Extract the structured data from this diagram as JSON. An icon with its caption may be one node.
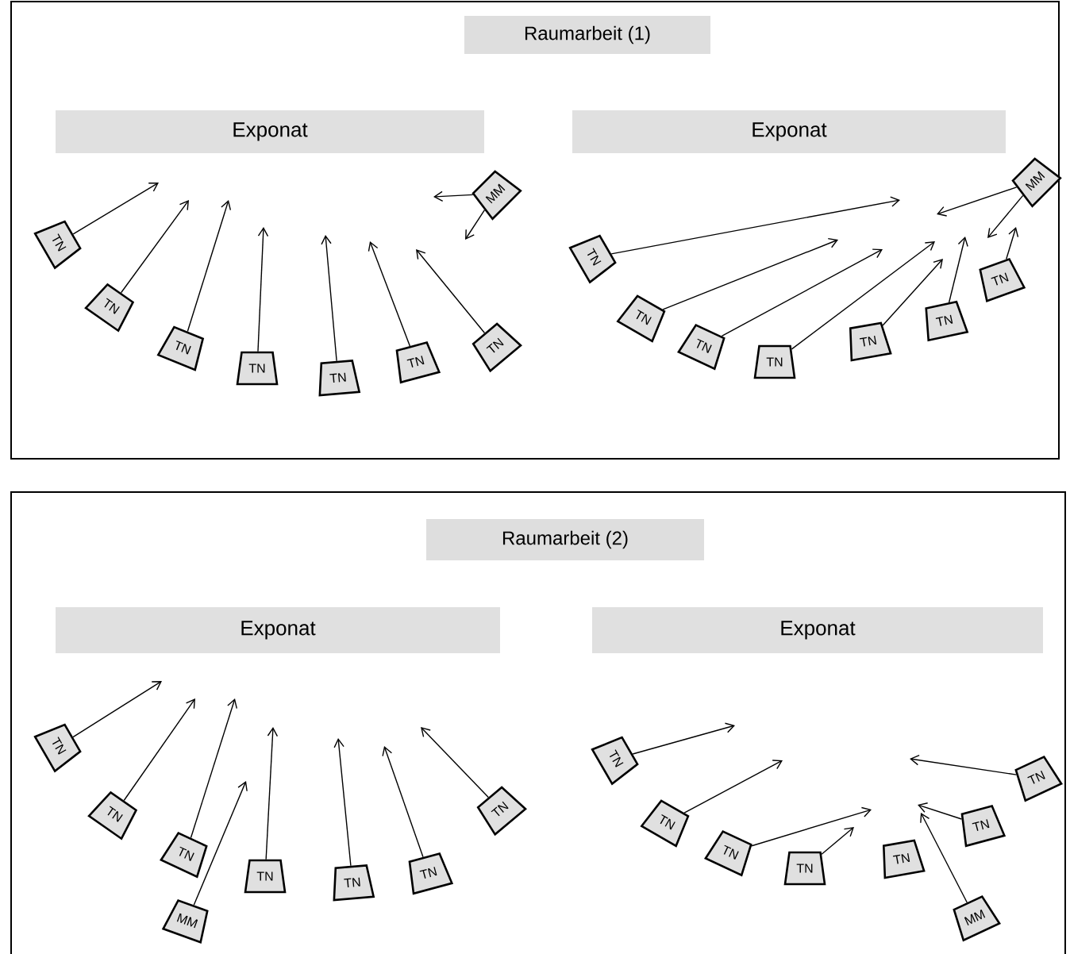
{
  "diagram": {
    "nodes": [
      {
        "text": [],
        "shape": "box"
      },
      {
        "text": [
          "Raumarbeit (1)"
        ],
        "in": 0
      },
      {
        "text": [
          "Exponat"
        ],
        "in": 0
      },
      {
        "text": [
          "Exponat"
        ],
        "in": 0
      },
      {
        "text": [
          "TN"
        ],
        "in": 0
      },
      {
        "text": [
          "TN"
        ],
        "in": 0
      },
      {
        "text": [
          "TN"
        ],
        "in": 0
      },
      {
        "text": [
          "TN"
        ],
        "in": 0
      },
      {
        "text": [
          "TN"
        ],
        "in": 0
      },
      {
        "text": [
          "TN"
        ],
        "in": 0
      },
      {
        "text": [
          "TN"
        ],
        "in": 0
      },
      {
        "text": [
          "MM"
        ],
        "in": 0
      },
      {
        "text": [
          "TN"
        ],
        "in": 0
      },
      {
        "text": [
          "TN"
        ],
        "in": 0
      },
      {
        "text": [
          "TN"
        ],
        "in": 0
      },
      {
        "text": [
          "TN"
        ],
        "in": 0
      },
      {
        "text": [
          "TN"
        ],
        "in": 0
      },
      {
        "text": [
          "TN"
        ],
        "in": 0
      },
      {
        "text": [
          "TN"
        ],
        "in": 0
      },
      {
        "text": [
          "MM"
        ],
        "in": 0
      },
      {
        "text": [],
        "shape": "box"
      },
      {
        "text": [
          "Raumarbeit (2)"
        ],
        "in": 20
      },
      {
        "text": [
          "Exponat"
        ],
        "in": 20
      },
      {
        "text": [
          "Exponat"
        ],
        "in": 20
      },
      {
        "text": [
          "TN"
        ],
        "in": 20
      },
      {
        "text": [
          "TN"
        ],
        "in": 20
      },
      {
        "text": [
          "TN"
        ],
        "in": 20
      },
      {
        "text": [
          "MM"
        ],
        "in": 20
      },
      {
        "text": [
          "TN"
        ],
        "in": 20
      },
      {
        "text": [
          "TN"
        ],
        "in": 20
      },
      {
        "text": [
          "TN"
        ],
        "in": 20
      },
      {
        "text": [
          "TN"
        ],
        "in": 20
      },
      {
        "text": [
          "TN"
        ],
        "in": 20
      },
      {
        "text": [
          "TN"
        ],
        "in": 20
      },
      {
        "text": [
          "TN"
        ],
        "in": 20
      },
      {
        "text": [
          "TN"
        ],
        "in": 20
      },
      {
        "text": [
          "TN"
        ],
        "in": 20
      },
      {
        "text": [
          "MM"
        ],
        "in": 20
      },
      {
        "text": [
          "TN"
        ],
        "in": 20
      },
      {
        "text": [
          "TN"
        ],
        "in": 20
      }
    ],
    "edges": [
      {
        "from": 4,
        "to": null,
        "arrow": "to"
      },
      {
        "from": 5,
        "to": null,
        "arrow": "to"
      },
      {
        "from": 6,
        "to": null,
        "arrow": "to"
      },
      {
        "from": 7,
        "to": null,
        "arrow": "to"
      },
      {
        "from": 8,
        "to": null,
        "arrow": "to"
      },
      {
        "from": 9,
        "to": null,
        "arrow": "to"
      },
      {
        "from": 10,
        "to": null,
        "arrow": "to"
      },
      {
        "from": 11,
        "to": null,
        "arrow": "to"
      },
      {
        "from": 11,
        "to": null,
        "arrow": "to"
      },
      {
        "from": 12,
        "to": null,
        "arrow": "to"
      },
      {
        "from": 13,
        "to": null,
        "arrow": "to"
      },
      {
        "from": 14,
        "to": null,
        "arrow": "to"
      },
      {
        "from": 15,
        "to": null,
        "arrow": "to"
      },
      {
        "from": 16,
        "to": null,
        "arrow": "to"
      },
      {
        "from": 17,
        "to": null,
        "arrow": "to"
      },
      {
        "from": 18,
        "to": null,
        "arrow": "to"
      },
      {
        "from": 19,
        "to": null,
        "arrow": "to"
      },
      {
        "from": 19,
        "to": null,
        "arrow": "to"
      },
      {
        "from": 24,
        "to": null,
        "arrow": "to"
      },
      {
        "from": 25,
        "to": null,
        "arrow": "to"
      },
      {
        "from": 26,
        "to": null,
        "arrow": "to"
      },
      {
        "from": 27,
        "to": null,
        "arrow": "to"
      },
      {
        "from": 28,
        "to": null,
        "arrow": "to"
      },
      {
        "from": 29,
        "to": null,
        "arrow": "to"
      },
      {
        "from": 30,
        "to": null,
        "arrow": "to"
      },
      {
        "from": 31,
        "to": null,
        "arrow": "to"
      },
      {
        "from": 32,
        "to": null,
        "arrow": "to"
      },
      {
        "from": 33,
        "to": null,
        "arrow": "to"
      },
      {
        "from": 34,
        "to": null,
        "arrow": "to"
      },
      {
        "from": 35,
        "to": null,
        "arrow": "to"
      },
      {
        "from": 37,
        "to": null,
        "arrow": "to"
      },
      {
        "from": 38,
        "to": null,
        "arrow": "to"
      },
      {
        "from": 39,
        "to": null,
        "arrow": "to"
      }
    ]
  }
}
